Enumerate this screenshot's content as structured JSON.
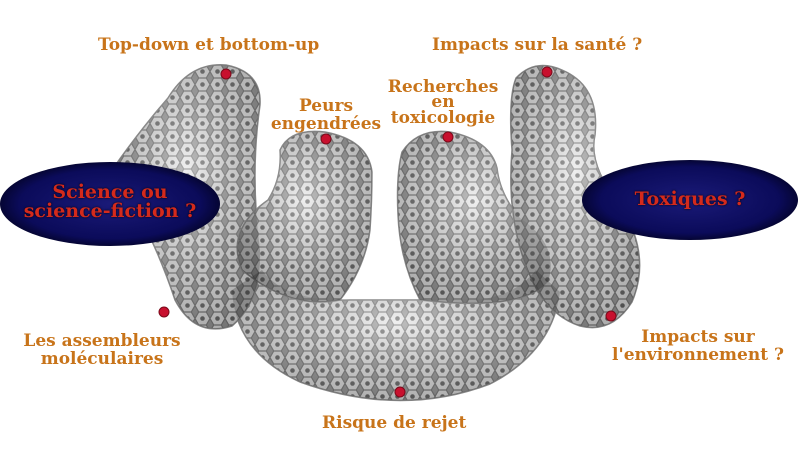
{
  "labels": {
    "top_down": "Top-down et bottom-up",
    "impacts_sante": "Impacts sur la santé ?",
    "recherches_1": "Recherches",
    "recherches_2": "en",
    "recherches_3": "toxicologie",
    "peurs_1": "Peurs",
    "peurs_2": "engendrées",
    "assembleurs_1": "Les assembleurs",
    "assembleurs_2": "moléculaires",
    "impacts_env_1": "Impacts sur",
    "impacts_env_2": "l'environnement ?",
    "rejet": "Risque de rejet"
  },
  "ovals": {
    "science_1": "Science ou",
    "science_2": "science-fiction ?",
    "toxiques": "Toxiques ?"
  },
  "colors": {
    "label": "#c8741a",
    "oval_text": "#d42a1c",
    "oval_fill": "#0b0b5a",
    "marker": "#c8102e",
    "structure": "#a9a9a9"
  }
}
